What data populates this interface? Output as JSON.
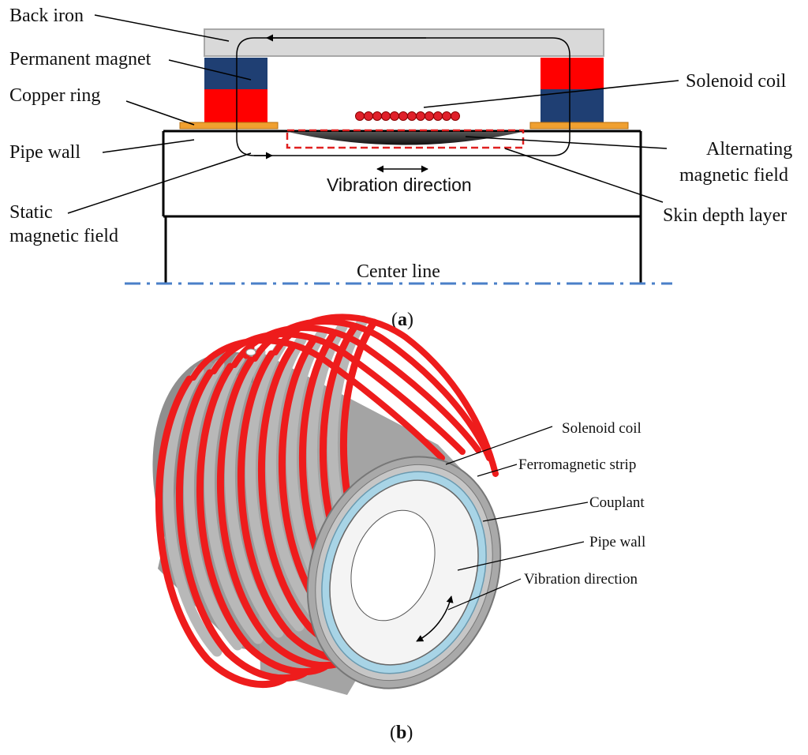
{
  "panel_a": {
    "labels": {
      "back_iron": "Back iron",
      "permanent_magnet": "Permanent magnet",
      "copper_ring": "Copper ring",
      "pipe_wall": "Pipe wall",
      "static_field_line1": "Static",
      "static_field_line2": "magnetic field",
      "solenoid_coil": "Solenoid coil",
      "alternating_line1": "Alternating",
      "alternating_line2": "magnetic field",
      "skin_depth": "Skin depth layer",
      "vibration_direction": "Vibration direction",
      "center_line": "Center line"
    },
    "caption_letter": "a",
    "colors": {
      "back_iron": "#d9d9d9",
      "magnet_red": "#ff0000",
      "magnet_blue": "#1f3f73",
      "copper": "#f0a030",
      "coil": "#e0202a",
      "skin_box": "#e02020",
      "center_line": "#4a7fc8"
    }
  },
  "panel_b": {
    "labels": {
      "solenoid_coil": "Solenoid coil",
      "ferromagnetic_strip": "Ferromagnetic strip",
      "couplant": "Couplant",
      "pipe_wall": "Pipe wall",
      "vibration_direction": "Vibration direction"
    },
    "caption_letter": "b",
    "colors": {
      "coil": "#ee1c1c",
      "strip": "#a9a9a9",
      "couplant": "#a8d4e6",
      "pipe_face": "#f4f4f4"
    }
  }
}
